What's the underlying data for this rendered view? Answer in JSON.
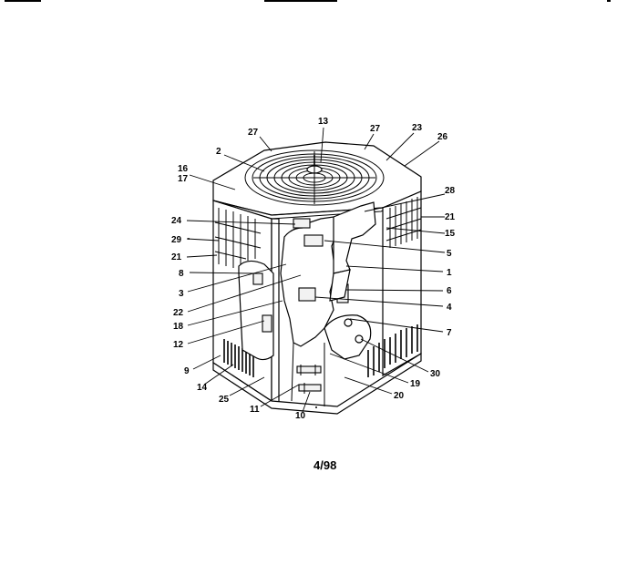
{
  "diagram": {
    "part_labels": [
      "27",
      "13",
      "27",
      "23",
      "2",
      "26",
      "16",
      "17",
      "28",
      "24",
      "21",
      "29",
      "15",
      "21",
      "5",
      "8",
      "1",
      "3",
      "6",
      "22",
      "4",
      "18",
      "7",
      "12",
      "9",
      "30",
      "14",
      "19",
      "25",
      "20",
      "11",
      "10"
    ],
    "date_code": "4/98"
  }
}
